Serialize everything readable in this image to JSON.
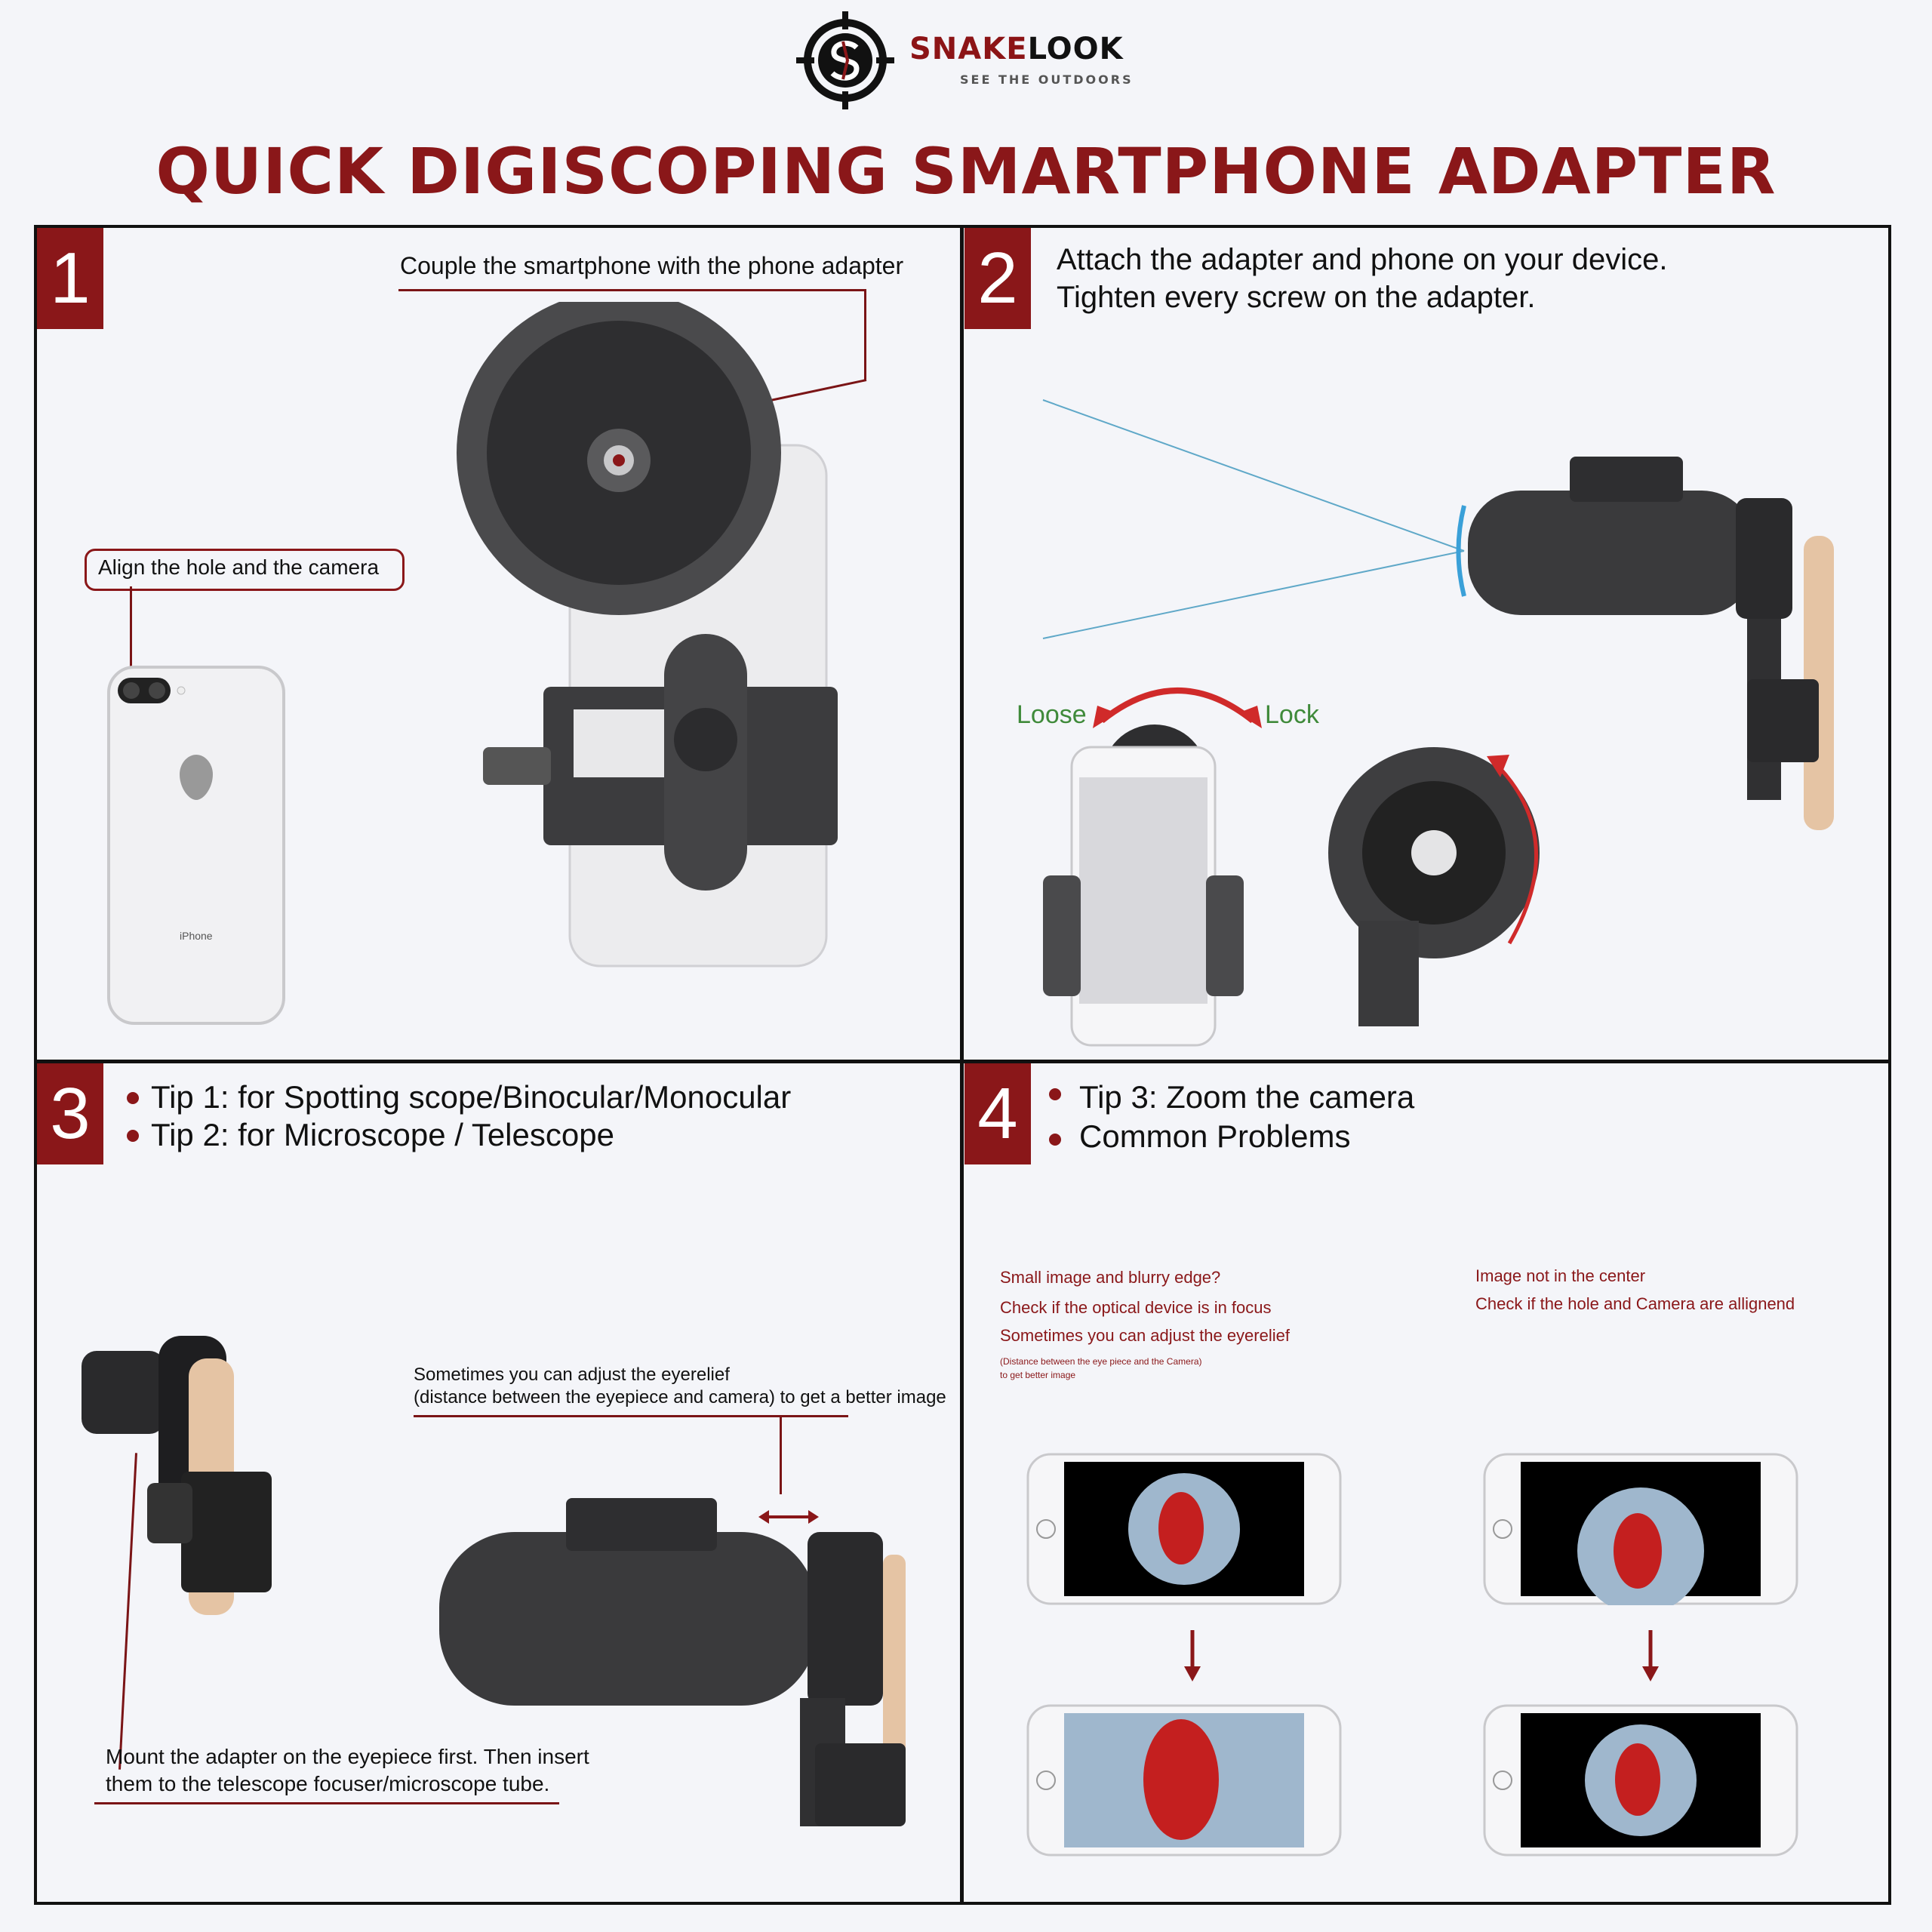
{
  "header": {
    "brand_part1": "SNAKE",
    "brand_part2": "LOOK",
    "tagline": "SEE THE OUTDOORS",
    "title": "QUICK DIGISCOPING SMARTPHONE ADAPTER"
  },
  "colors": {
    "accent": "#8a1719",
    "background": "#f4f5f9",
    "border": "#111111"
  },
  "panel1": {
    "number": "1",
    "callout_couple": "Couple the smartphone with the phone adapter",
    "callout_align": "Align the hole and the camera",
    "phone_brand": "iPhone"
  },
  "panel2": {
    "number": "2",
    "line1": "Attach the adapter and phone on your device.",
    "line2": "Tighten every screw on the adapter.",
    "loose": "Loose",
    "lock": "Lock"
  },
  "panel3": {
    "number": "3",
    "tip1": "Tip 1: for Spotting scope/Binocular/Monocular",
    "tip2": "Tip 2: for Microscope / Telescope",
    "eyerelief_line1": "Sometimes you can adjust the eyerelief",
    "eyerelief_line2": "(distance between the eyepiece and camera) to get a better image",
    "mount_line1": "Mount the adapter on the eyepiece first. Then insert",
    "mount_line2": "them to the telescope focuser/microscope tube."
  },
  "panel4": {
    "number": "4",
    "tip3": "Tip 3: Zoom the camera",
    "common": "Common Problems",
    "left_q": "Small image and blurry edge?",
    "left_a1": "Check if the optical device is in focus",
    "left_a2": "Sometimes you can adjust the eyerelief",
    "left_note1": "(Distance between the eye piece and the Camera)",
    "left_note2": "to get better image",
    "right_q": "Image not in the center",
    "right_a1": "Check if the hole and Camera are allignend"
  }
}
